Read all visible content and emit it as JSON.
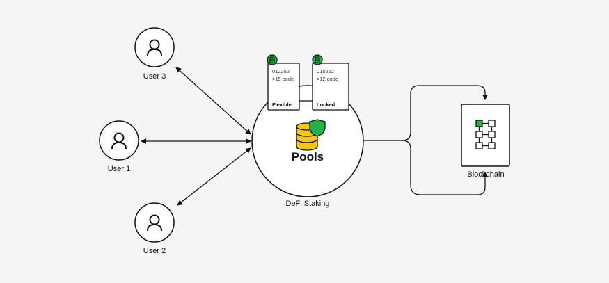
{
  "users": [
    {
      "label": "User 3"
    },
    {
      "label": "User 1"
    },
    {
      "label": "User 2"
    }
  ],
  "pool": {
    "title": "Pools",
    "caption": "DeFi Staking",
    "cards": [
      {
        "code": "012252",
        "desc": ">15 code",
        "type": "Flexible"
      },
      {
        "code": "015252",
        "desc": ">12 code",
        "type": "Locked"
      }
    ]
  },
  "blockchain": {
    "label": "Blockchain"
  },
  "colors": {
    "background": "#f5f5f5",
    "accent_green": "#21b24b",
    "coin_yellow": "#f5c518",
    "line": "#111111"
  }
}
